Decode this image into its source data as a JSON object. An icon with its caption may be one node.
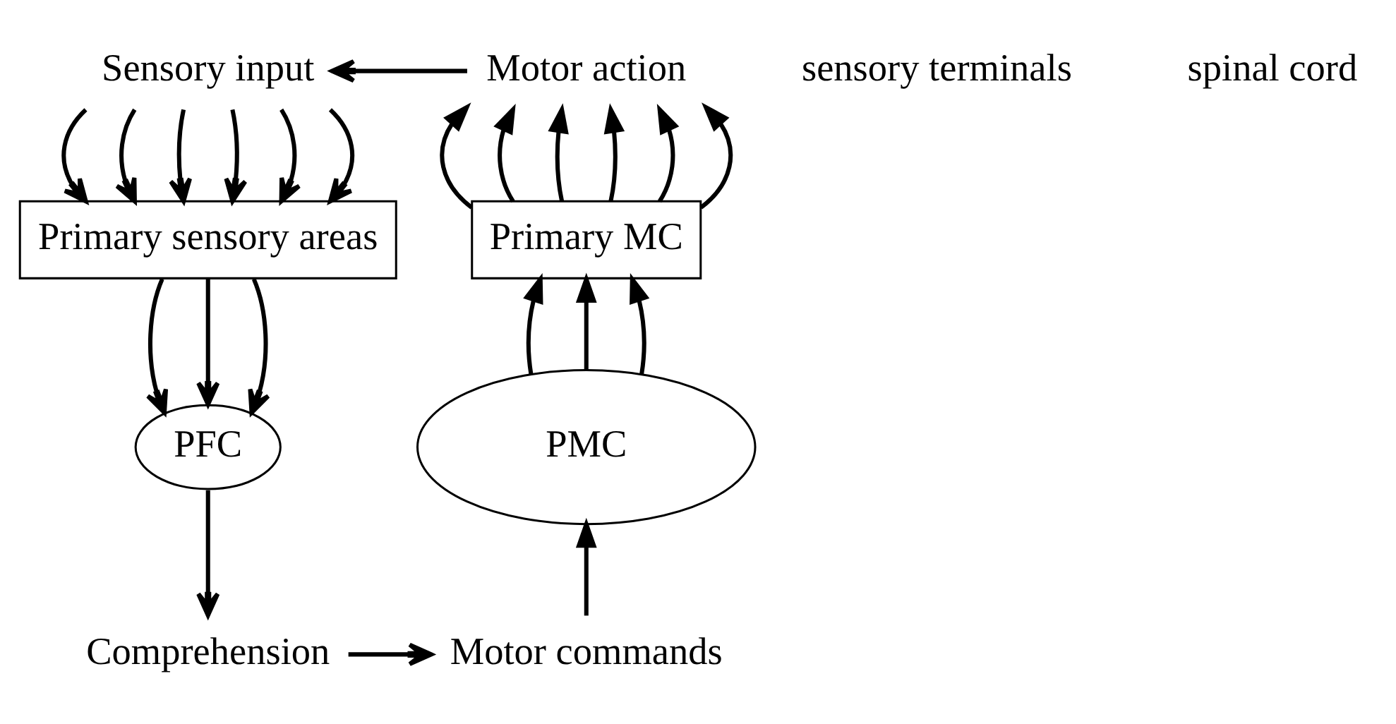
{
  "diagram": {
    "nodes": [
      {
        "text": [
          "Sensory input"
        ]
      },
      {
        "text": [
          "Primary sensory areas"
        ]
      },
      {
        "text": [
          "PFC"
        ]
      },
      {
        "text": [
          "Comprehension"
        ]
      },
      {
        "text": [
          "Motor commands"
        ]
      },
      {
        "text": [
          "PMC"
        ]
      },
      {
        "text": [
          "Primary MC"
        ]
      },
      {
        "text": [
          "Motor action"
        ]
      }
    ],
    "edges": [
      {
        "from": 0,
        "to": 1,
        "arrow": "to"
      },
      {
        "from": 0,
        "to": 1,
        "arrow": "to"
      },
      {
        "from": 0,
        "to": 1,
        "arrow": "to"
      },
      {
        "from": 0,
        "to": 1,
        "arrow": "to"
      },
      {
        "from": 0,
        "to": 1,
        "arrow": "to"
      },
      {
        "from": 0,
        "to": 1,
        "arrow": "to"
      },
      {
        "from": 1,
        "to": 2,
        "arrow": "to"
      },
      {
        "from": 1,
        "to": 2,
        "arrow": "to"
      },
      {
        "from": 1,
        "to": 2,
        "arrow": "to"
      },
      {
        "from": 2,
        "to": 3,
        "arrow": "to"
      },
      {
        "from": 3,
        "to": 4,
        "arrow": "to"
      },
      {
        "from": 4,
        "to": 5,
        "arrow": "to"
      },
      {
        "from": 5,
        "to": 6,
        "arrow": "to"
      },
      {
        "from": 5,
        "to": 6,
        "arrow": "to"
      },
      {
        "from": 5,
        "to": 6,
        "arrow": "to"
      },
      {
        "from": 6,
        "to": 7,
        "arrow": "to"
      },
      {
        "from": 6,
        "to": 7,
        "arrow": "to"
      },
      {
        "from": 6,
        "to": 7,
        "arrow": "to"
      },
      {
        "from": 6,
        "to": 7,
        "arrow": "to"
      },
      {
        "from": 6,
        "to": 7,
        "arrow": "to"
      },
      {
        "from": 6,
        "to": 7,
        "arrow": "to"
      },
      {
        "from": 7,
        "to": 0,
        "arrow": "to"
      }
    ],
    "labels": [
      "sensory terminals",
      "spinal cord"
    ]
  }
}
